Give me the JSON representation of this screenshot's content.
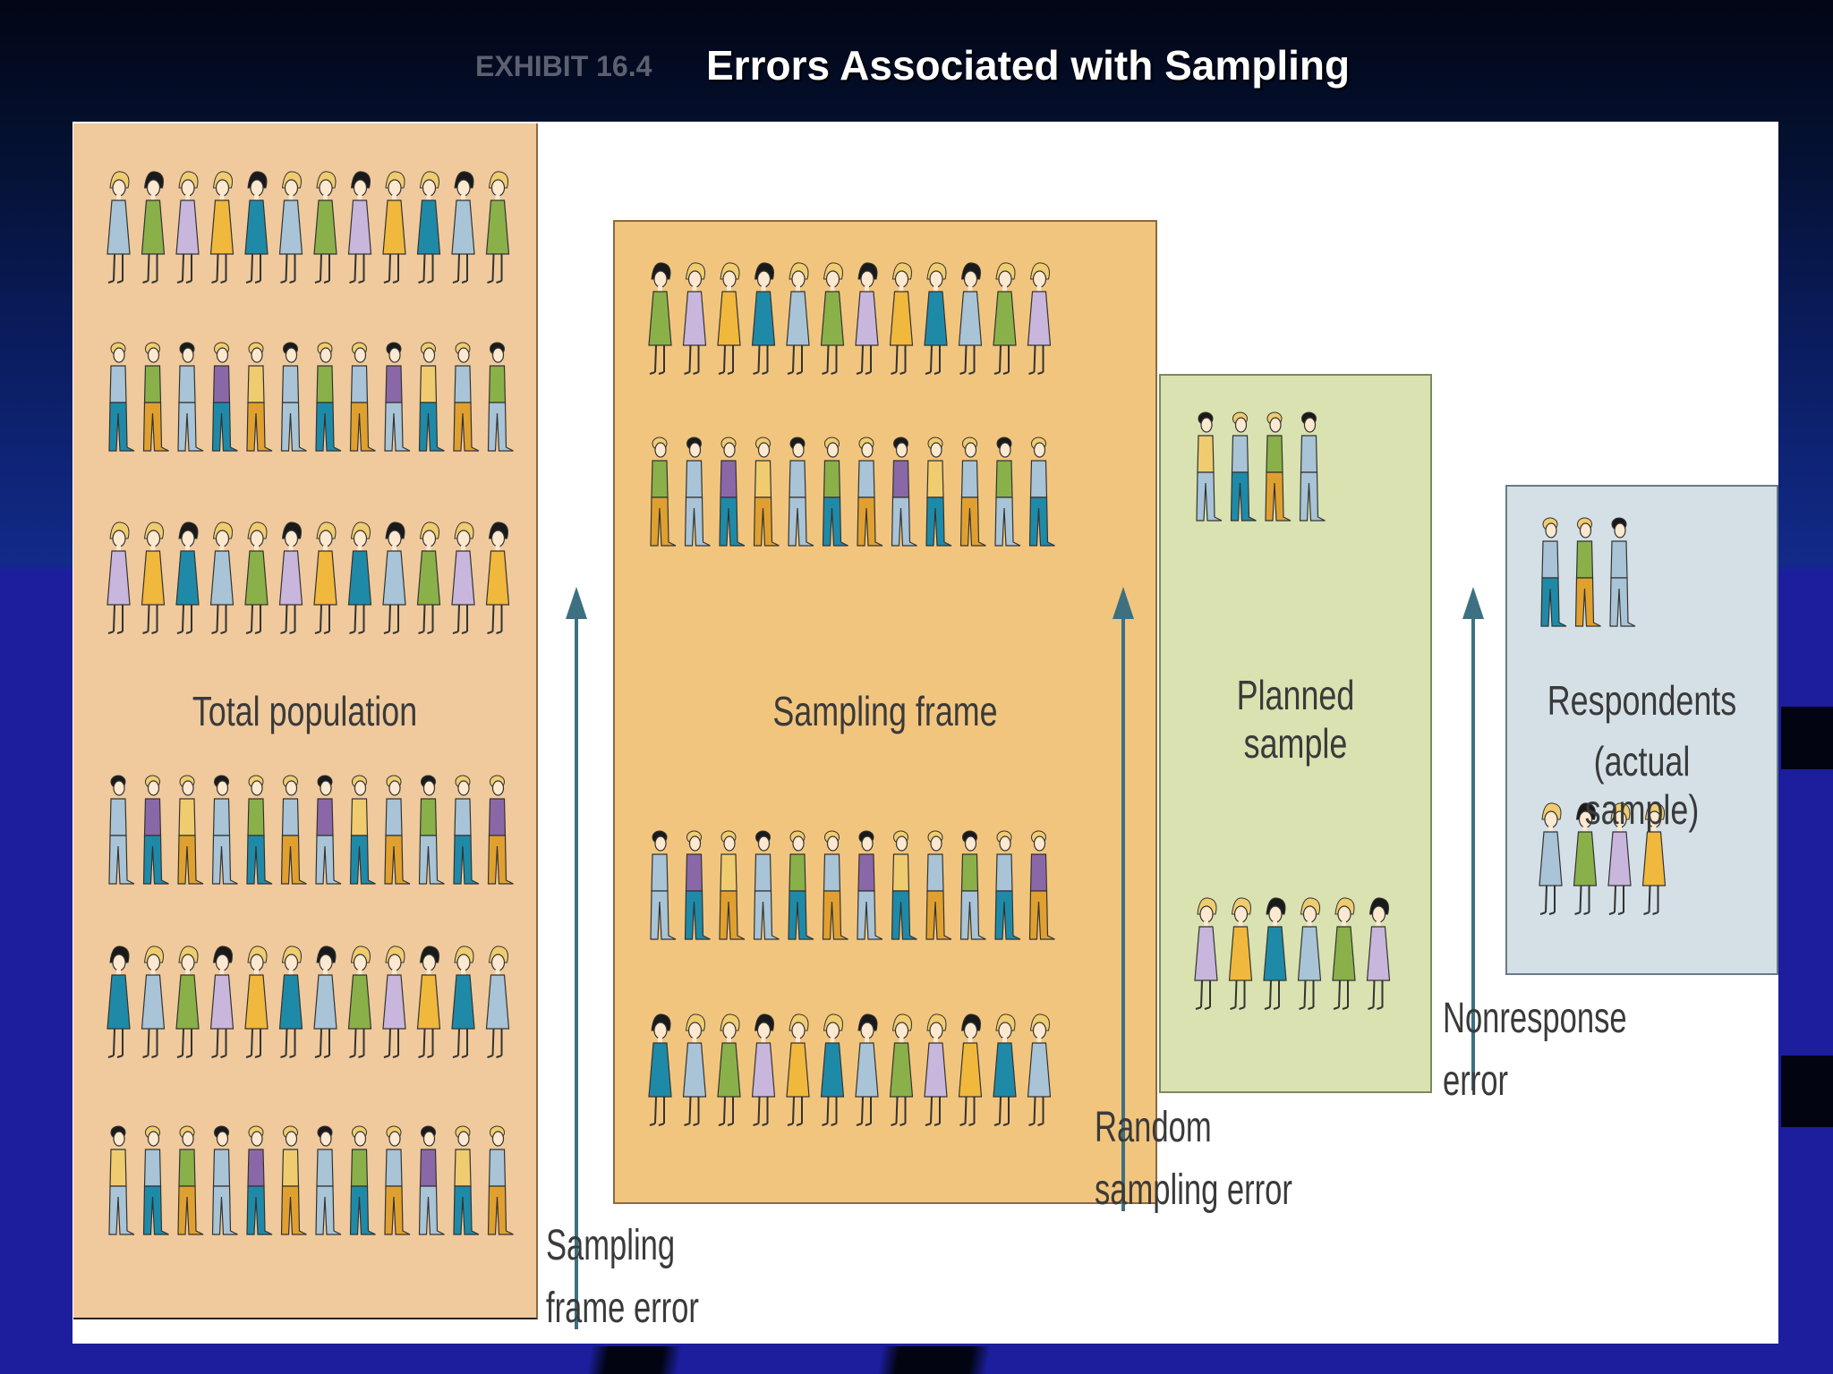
{
  "header": {
    "exhibit": "EXHIBIT 16.4",
    "title": "Errors Associated with Sampling"
  },
  "panels": [
    {
      "id": "total-population",
      "label": "Total population",
      "bg": "#f0ca9c"
    },
    {
      "id": "sampling-frame",
      "label": "Sampling frame",
      "bg": "#f2c57e"
    },
    {
      "id": "planned-sample",
      "label": "Planned sample",
      "bg": "#d9e2b0"
    },
    {
      "id": "respondents",
      "label_line1": "Respondents",
      "label_line2": "(actual sample)",
      "bg": "#d4e0e6"
    }
  ],
  "errors": {
    "sampling_frame_error": [
      "Sampling",
      "frame error"
    ],
    "random_sampling_error": [
      "Random",
      "sampling error"
    ],
    "nonresponse_error": [
      "Nonresponse",
      "error"
    ]
  },
  "colors": {
    "arrow": "#3d7080",
    "hair_dark": "#1a1a1a",
    "hair_light": "#f0cc70",
    "dress": [
      "#a8c4d6",
      "#8ab04a",
      "#c8b6dc",
      "#f0b83c",
      "#1f8aa8"
    ],
    "shirt": [
      "#f0cc70",
      "#a8c4d6",
      "#8ab04a",
      "#a8c4d6",
      "#8a68a8"
    ],
    "pants": [
      "#a8c4d6",
      "#1f8aa8",
      "#e0a030"
    ]
  }
}
